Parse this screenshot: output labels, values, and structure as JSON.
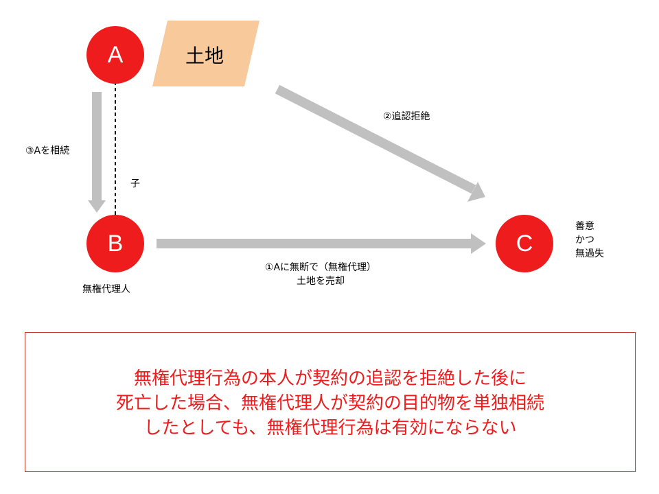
{
  "nodes": {
    "a": {
      "label": "A"
    },
    "b": {
      "label": "B",
      "role": "無権代理人"
    },
    "c": {
      "label": "C",
      "traits": [
        "善意",
        "かつ",
        "無過失"
      ]
    }
  },
  "land": {
    "label": "土地"
  },
  "relations": {
    "child": "子",
    "inherit": "③Aを相続",
    "refusal": "②追認拒絶",
    "sale": [
      "①Aに無断で（無権代理）",
      "土地を売却"
    ]
  },
  "note": {
    "lines": [
      "無権代理行為の本人が契約の追認を拒絶した後に",
      "死亡した場合、無権代理人が契約の目的物を単独相続",
      "したとしても、無権代理行為は有効にならない"
    ]
  },
  "colors": {
    "node": "#ee1c1c",
    "land": "#f8c99a",
    "arrow": "#c0c0c0",
    "note_text": "#ee1c1c"
  }
}
